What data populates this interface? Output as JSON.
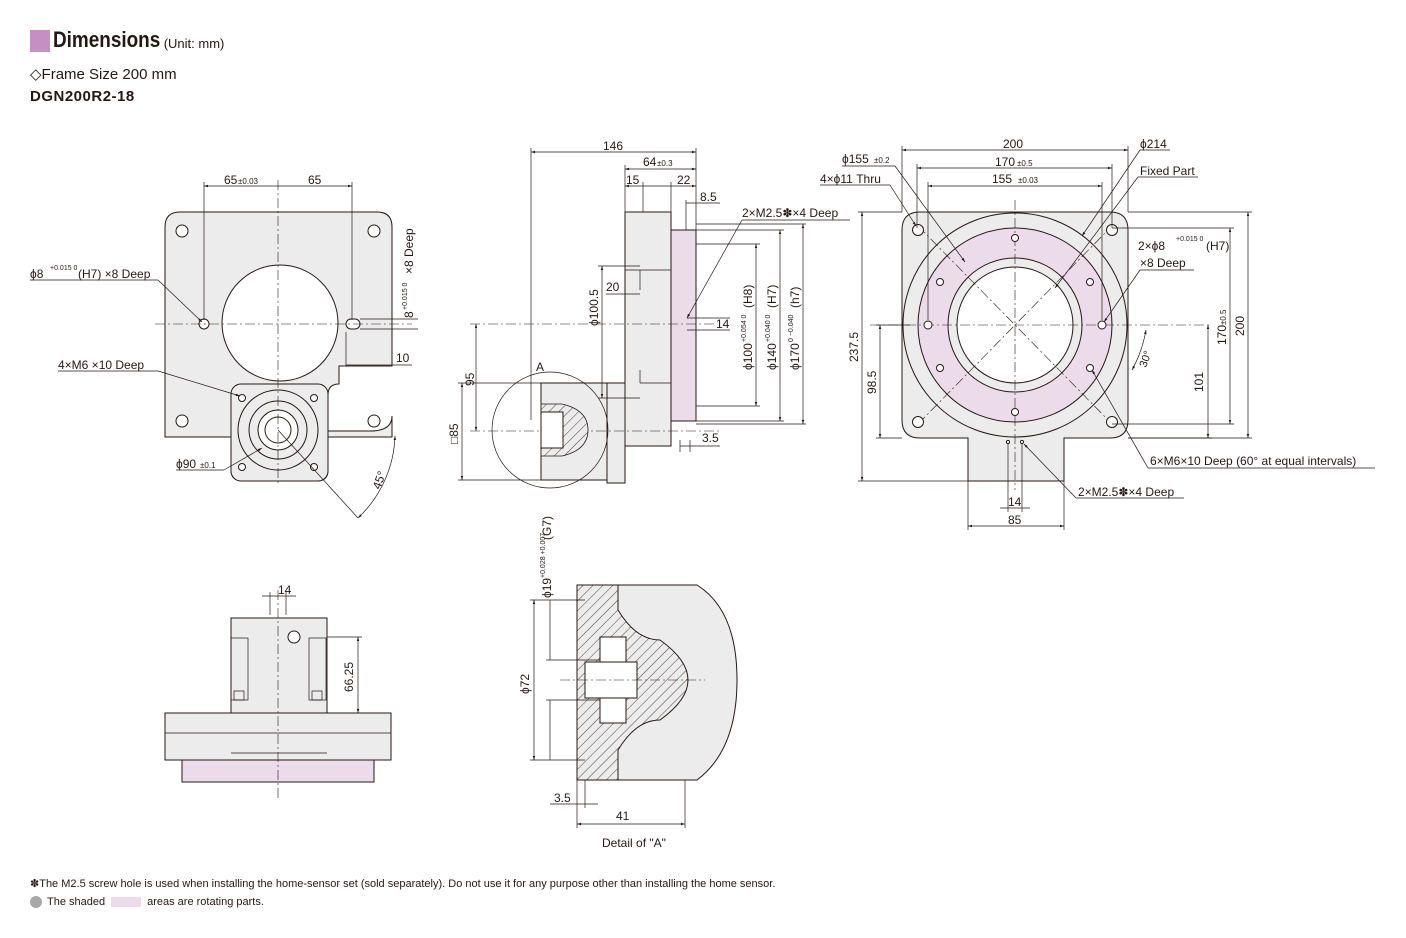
{
  "header": {
    "title": "Dimensions",
    "unit": "(Unit: mm)",
    "accent_color": "#c58fc4"
  },
  "frame_size": "◇Frame Size 200 mm",
  "model": "DGN200R2-18",
  "front_view": {
    "dim_65_left": "65",
    "tol_65_left": "±0.03",
    "dim_65_right": "65",
    "hole_phi8": "ϕ8",
    "hole_phi8_tol": "+0.015 0",
    "hole_phi8_spec": "(H7) ×8 Deep",
    "slot_spec": "×8 Deep",
    "slot_8": "8",
    "slot_tol": "+0.015 0",
    "dim_10": "10",
    "m6": "4×M6 ×10 Deep",
    "phi90": "ϕ90",
    "phi90_tol": "±0.1",
    "angle_45": "45°"
  },
  "side_view": {
    "dim_146": "146",
    "dim_64": "64",
    "tol_64": "±0.3",
    "dim_15": "15",
    "dim_22": "22",
    "dim_8_5": "8.5",
    "m25": "2×M2.5✽×4 Deep",
    "phi100_5": "ϕ100.5",
    "dim_20": "20",
    "dim_14": "14",
    "phi100": "ϕ100",
    "phi100_tol": "+0.054 0",
    "phi100_fit": "(H8)",
    "phi140": "ϕ140",
    "phi140_tol": "+0.040 0",
    "phi140_fit": "(H7)",
    "phi170": "ϕ170",
    "phi170_tol": "0 −0.040",
    "phi170_fit": "(h7)",
    "dim_95": "95",
    "sq85": "□85",
    "label_A": "A",
    "dim_3_5": "3.5"
  },
  "top_view": {
    "phi155": "ϕ155",
    "phi155_tol": "±0.2",
    "phi11": "4×ϕ11 Thru",
    "dim_200": "200",
    "phi214": "ϕ214",
    "dim_170": "170",
    "dim_170_tol": "±0.5",
    "dim_155": "155",
    "dim_155_tol": "±0.03",
    "fixed_part": "Fixed Part",
    "hole_phi8": "2×ϕ8",
    "hole_phi8_tol": "+0.015 0",
    "hole_phi8_fit": "(H7)",
    "hole_deep": "×8 Deep",
    "dim_237_5": "237.5",
    "dim_98_5": "98.5",
    "dim_101": "101",
    "dim_170_v": "170",
    "dim_170_v_tol": "±0.5",
    "dim_200_v": "200",
    "angle_30": "30°",
    "m6": "6×M6×10 Deep (60° at  equal intervals)",
    "m25": "2×M2.5✽×4 Deep",
    "dim_14": "14",
    "dim_85": "85"
  },
  "bottom_view": {
    "dim_14": "14",
    "dim_66_25": "66.25"
  },
  "detail_view": {
    "phi19": "ϕ19",
    "phi19_tol": "+0.028 +0.007",
    "phi19_fit": "(G7)",
    "phi72": "ϕ72",
    "dim_3_5": "3.5",
    "dim_41": "41",
    "caption": "Detail of \"A\""
  },
  "footnotes": {
    "note_mark": "✽",
    "note": "The M2.5 screw hole is used when installing the home-sensor set (sold separately). Do not use it for any purpose other than installing the home sensor.",
    "legend_before": "The shaded",
    "legend_after": "areas are rotating parts."
  }
}
